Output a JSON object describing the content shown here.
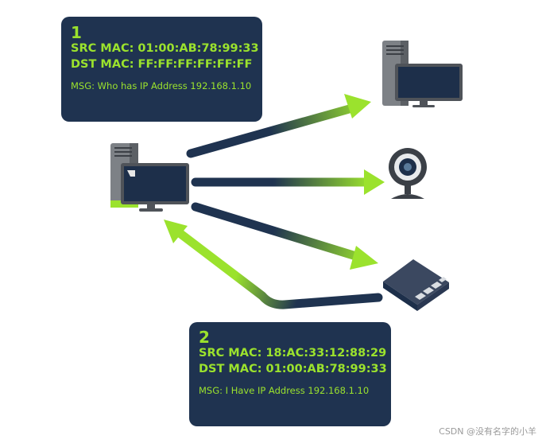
{
  "box1": {
    "number": "1",
    "src": "SRC MAC: 01:00:AB:78:99:33",
    "dst": "DST MAC: FF:FF:FF:FF:FF:FF",
    "msg": "MSG: Who has IP Address 192.168.1.10"
  },
  "box2": {
    "number": "2",
    "src": "SRC MAC: 18:AC:33:12:88:29",
    "dst": "DST MAC: 01:00:AB:78:99:33",
    "msg": "MSG: I Have IP Address 192.168.1.10"
  },
  "watermark": "CSDN @没有名字的小羊",
  "colors": {
    "box_bg": "#1f3350",
    "accent_green": "#9be22d",
    "arrow_dark": "#1f3350",
    "device_gray": "#6f7378",
    "screen_dark": "#1d2f4a"
  },
  "icons": [
    "computer-icon",
    "webcam-icon",
    "network-switch-icon"
  ]
}
